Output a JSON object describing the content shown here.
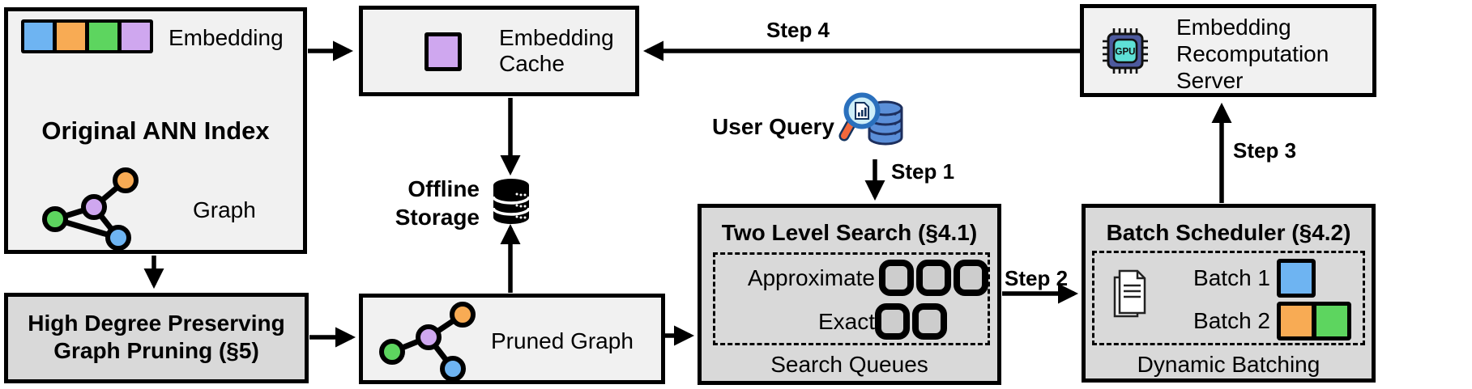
{
  "colors": {
    "box_light": "#f1f1f1",
    "box_dark": "#d9d9d9",
    "queue_fill": "#cdcdcd",
    "blue": "#6eb4f2",
    "orange": "#f8ab54",
    "green": "#5dd55f",
    "purple": "#cfa7ef",
    "gpu_chip": "#4d5a9e",
    "gpu_core": "#5ee0d6",
    "magnifier_rim": "#2a70bd",
    "magnifier_lens": "#cdeef8",
    "magnifier_handle": "#f2683c",
    "query_db": "#5b8fd9"
  },
  "ann_index": {
    "title": "Original ANN Index",
    "embedding_label": "Embedding",
    "graph_label": "Graph",
    "embedding_colors": [
      "#6eb4f2",
      "#f8ab54",
      "#5dd55f",
      "#cfa7ef"
    ]
  },
  "embedding_cache": {
    "label": "Embedding Cache"
  },
  "offline_storage": {
    "label": "Offline Storage"
  },
  "user_query": {
    "label": "User Query"
  },
  "steps": {
    "s1": "Step 1",
    "s2": "Step 2",
    "s3": "Step 3",
    "s4": "Step 4"
  },
  "two_level_search": {
    "title": "Two Level Search (§4.1)",
    "rows": [
      {
        "label": "Approximate",
        "slots": 3
      },
      {
        "label": "Exact",
        "slots": 2
      }
    ],
    "caption": "Search Queues"
  },
  "batch_scheduler": {
    "title": "Batch Scheduler (§4.2)",
    "batches": [
      {
        "label": "Batch 1",
        "colors": [
          "#6eb4f2"
        ]
      },
      {
        "label": "Batch 2",
        "colors": [
          "#f8ab54",
          "#5dd55f"
        ]
      }
    ],
    "caption": "Dynamic Batching"
  },
  "recomputation_server": {
    "label": "Embedding Recomputation Server",
    "gpu_label": "GPU"
  },
  "graph_pruning": {
    "title": "High Degree Preserving Graph Pruning (§5)"
  },
  "pruned_graph": {
    "label": "Pruned Graph"
  }
}
